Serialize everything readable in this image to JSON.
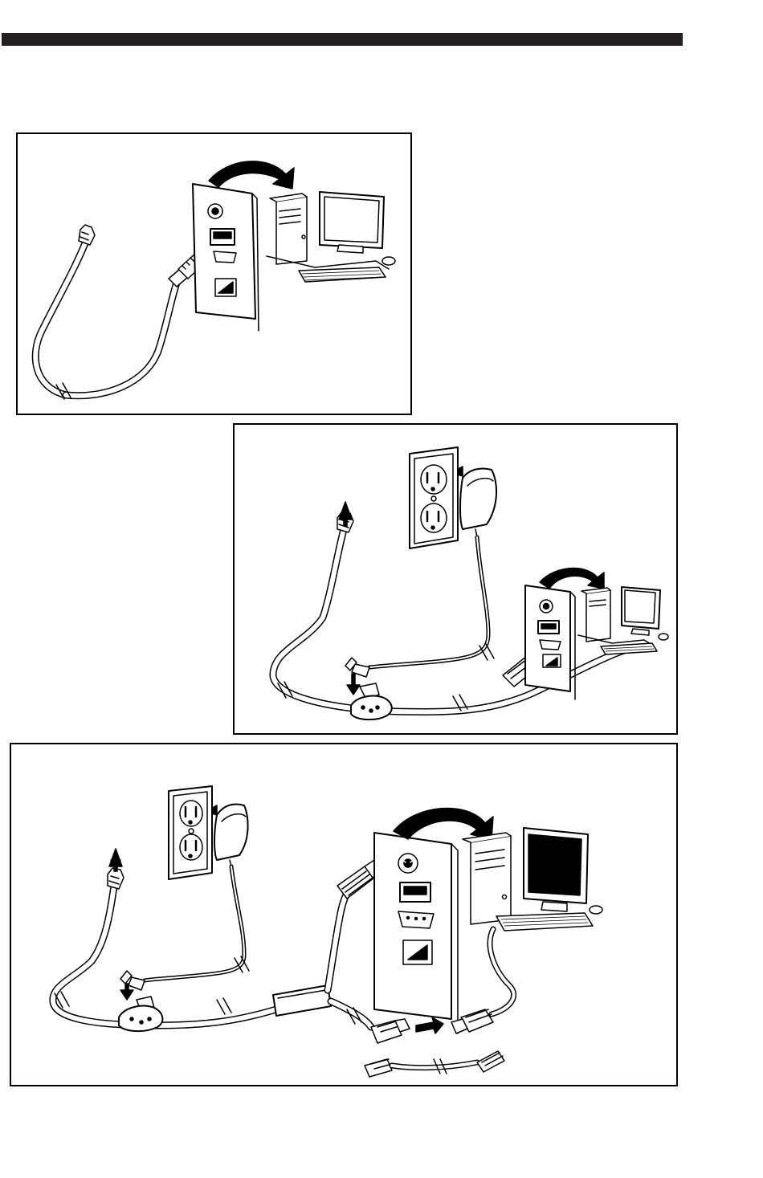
{
  "page": {
    "header_rule_color": "#231f20",
    "line_color": "#000000"
  },
  "panels": [
    {
      "id": "usb-connection",
      "icons": [
        "scanner-cable-icon",
        "usb-plug-icon",
        "push-arrow-icon",
        "computer-back-panel-icon",
        "rotate-arrow-icon",
        "desktop-computer-icon"
      ]
    },
    {
      "id": "serial-connection",
      "icons": [
        "scanner-cable-icon",
        "up-arrow-icon",
        "wall-outlet-icon",
        "power-adapter-icon",
        "power-plug-icon",
        "down-arrow-icon",
        "cable-junction-icon",
        "serial-db9-plug-icon",
        "computer-back-panel-icon",
        "rotate-arrow-icon",
        "desktop-computer-icon"
      ]
    },
    {
      "id": "keyboard-wedge-connection",
      "icons": [
        "scanner-cable-icon",
        "up-arrow-icon",
        "wall-outlet-icon",
        "power-adapter-icon",
        "power-plug-icon",
        "down-arrow-icon",
        "cable-junction-icon",
        "inline-adapter-box-icon",
        "ps2-plug-icon",
        "push-arrow-icon",
        "computer-back-panel-icon",
        "rotate-arrow-icon",
        "desktop-computer-icon",
        "keyboard-plug-icon",
        "keyboard-icon",
        "extension-cable-icon"
      ]
    }
  ]
}
